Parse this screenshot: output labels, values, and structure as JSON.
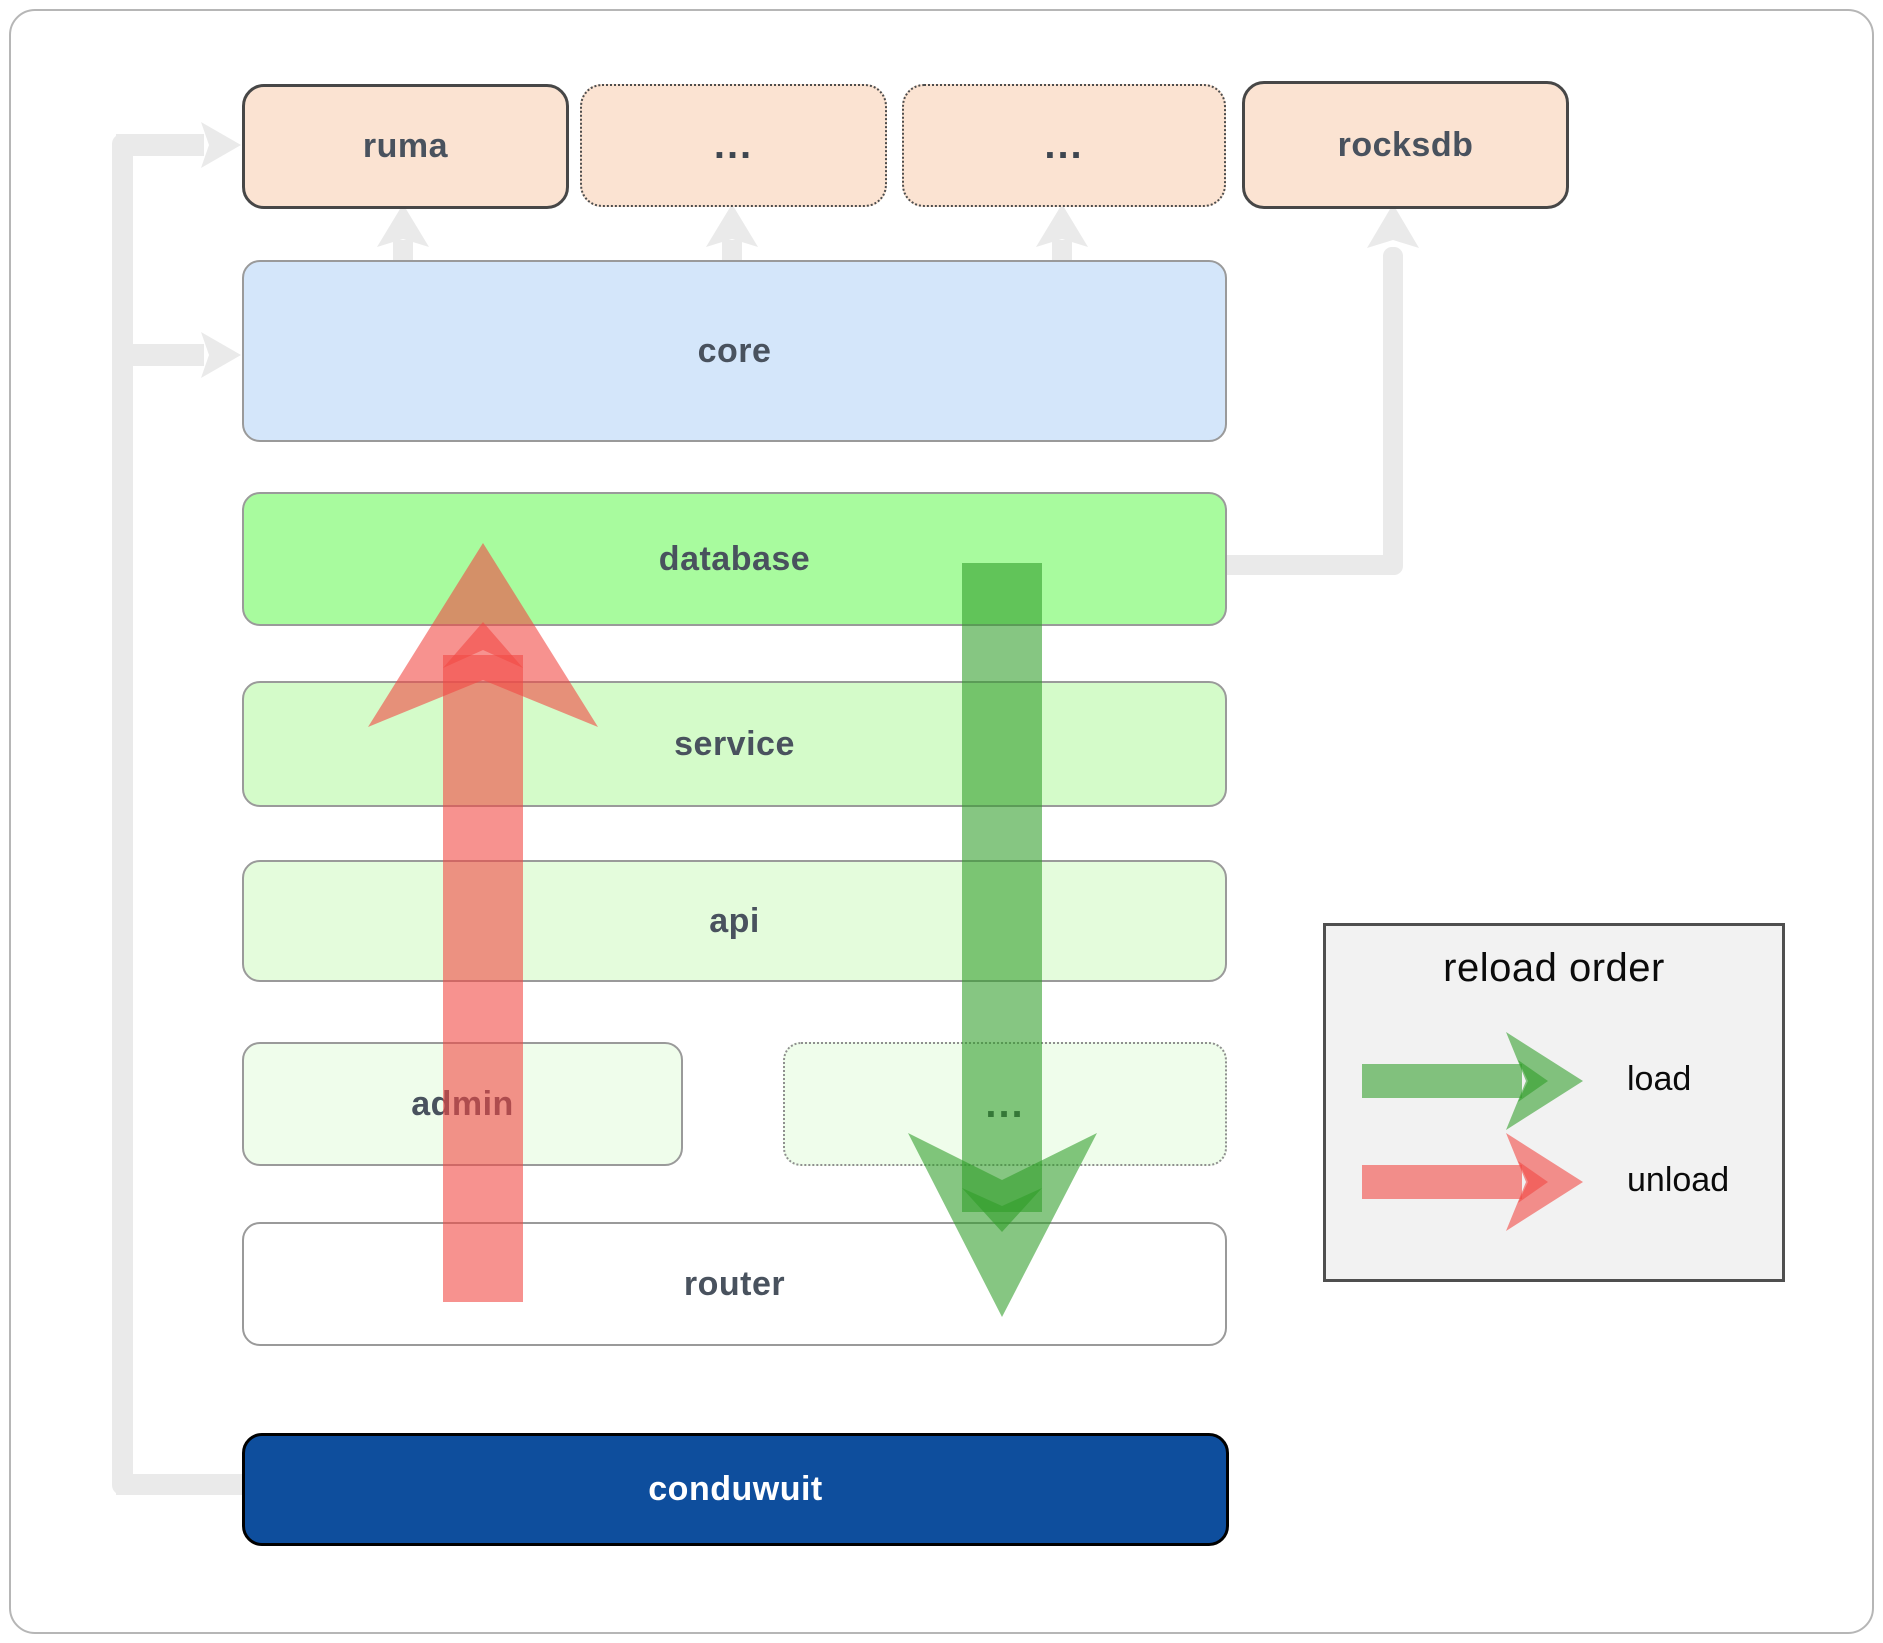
{
  "diagram": {
    "top_row": {
      "ruma": "ruma",
      "more_a": "...",
      "more_b": "...",
      "rocksdb": "rocksdb"
    },
    "layers": {
      "core": "core",
      "database": "database",
      "service": "service",
      "api": "api",
      "admin": "admin",
      "admin_more": "...",
      "router": "router",
      "conduwuit": "conduwuit"
    }
  },
  "legend": {
    "title": "reload order",
    "load_label": "load",
    "unload_label": "unload"
  },
  "colors": {
    "peach_fill": "#fbe3d2",
    "core_fill": "#d4e6fa",
    "database_fill": "#a8fb9e",
    "service_fill": "#d4fbc9",
    "api_fill": "#e4fcdc",
    "admin_fill": "#effdeb",
    "router_fill": "#ffffff",
    "conduwuit_fill": "#0e4e9d",
    "conduwuit_text": "#ffffff",
    "load_arrow_green": "#2f9c28",
    "unload_arrow_red": "#f24a45",
    "connector_gray": "#eaeaea",
    "legend_bg": "#f2f2f2"
  }
}
